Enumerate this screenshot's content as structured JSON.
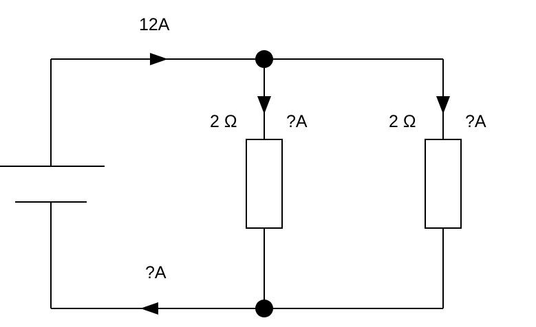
{
  "circuit": {
    "source_current_label": "12A",
    "return_current_label": "?A",
    "branch_left": {
      "resistance_label": "2 Ω",
      "current_label": "?A"
    },
    "branch_right": {
      "resistance_label": "2 Ω",
      "current_label": "?A"
    }
  },
  "colors": {
    "line": "#000000",
    "background": "#ffffff"
  }
}
